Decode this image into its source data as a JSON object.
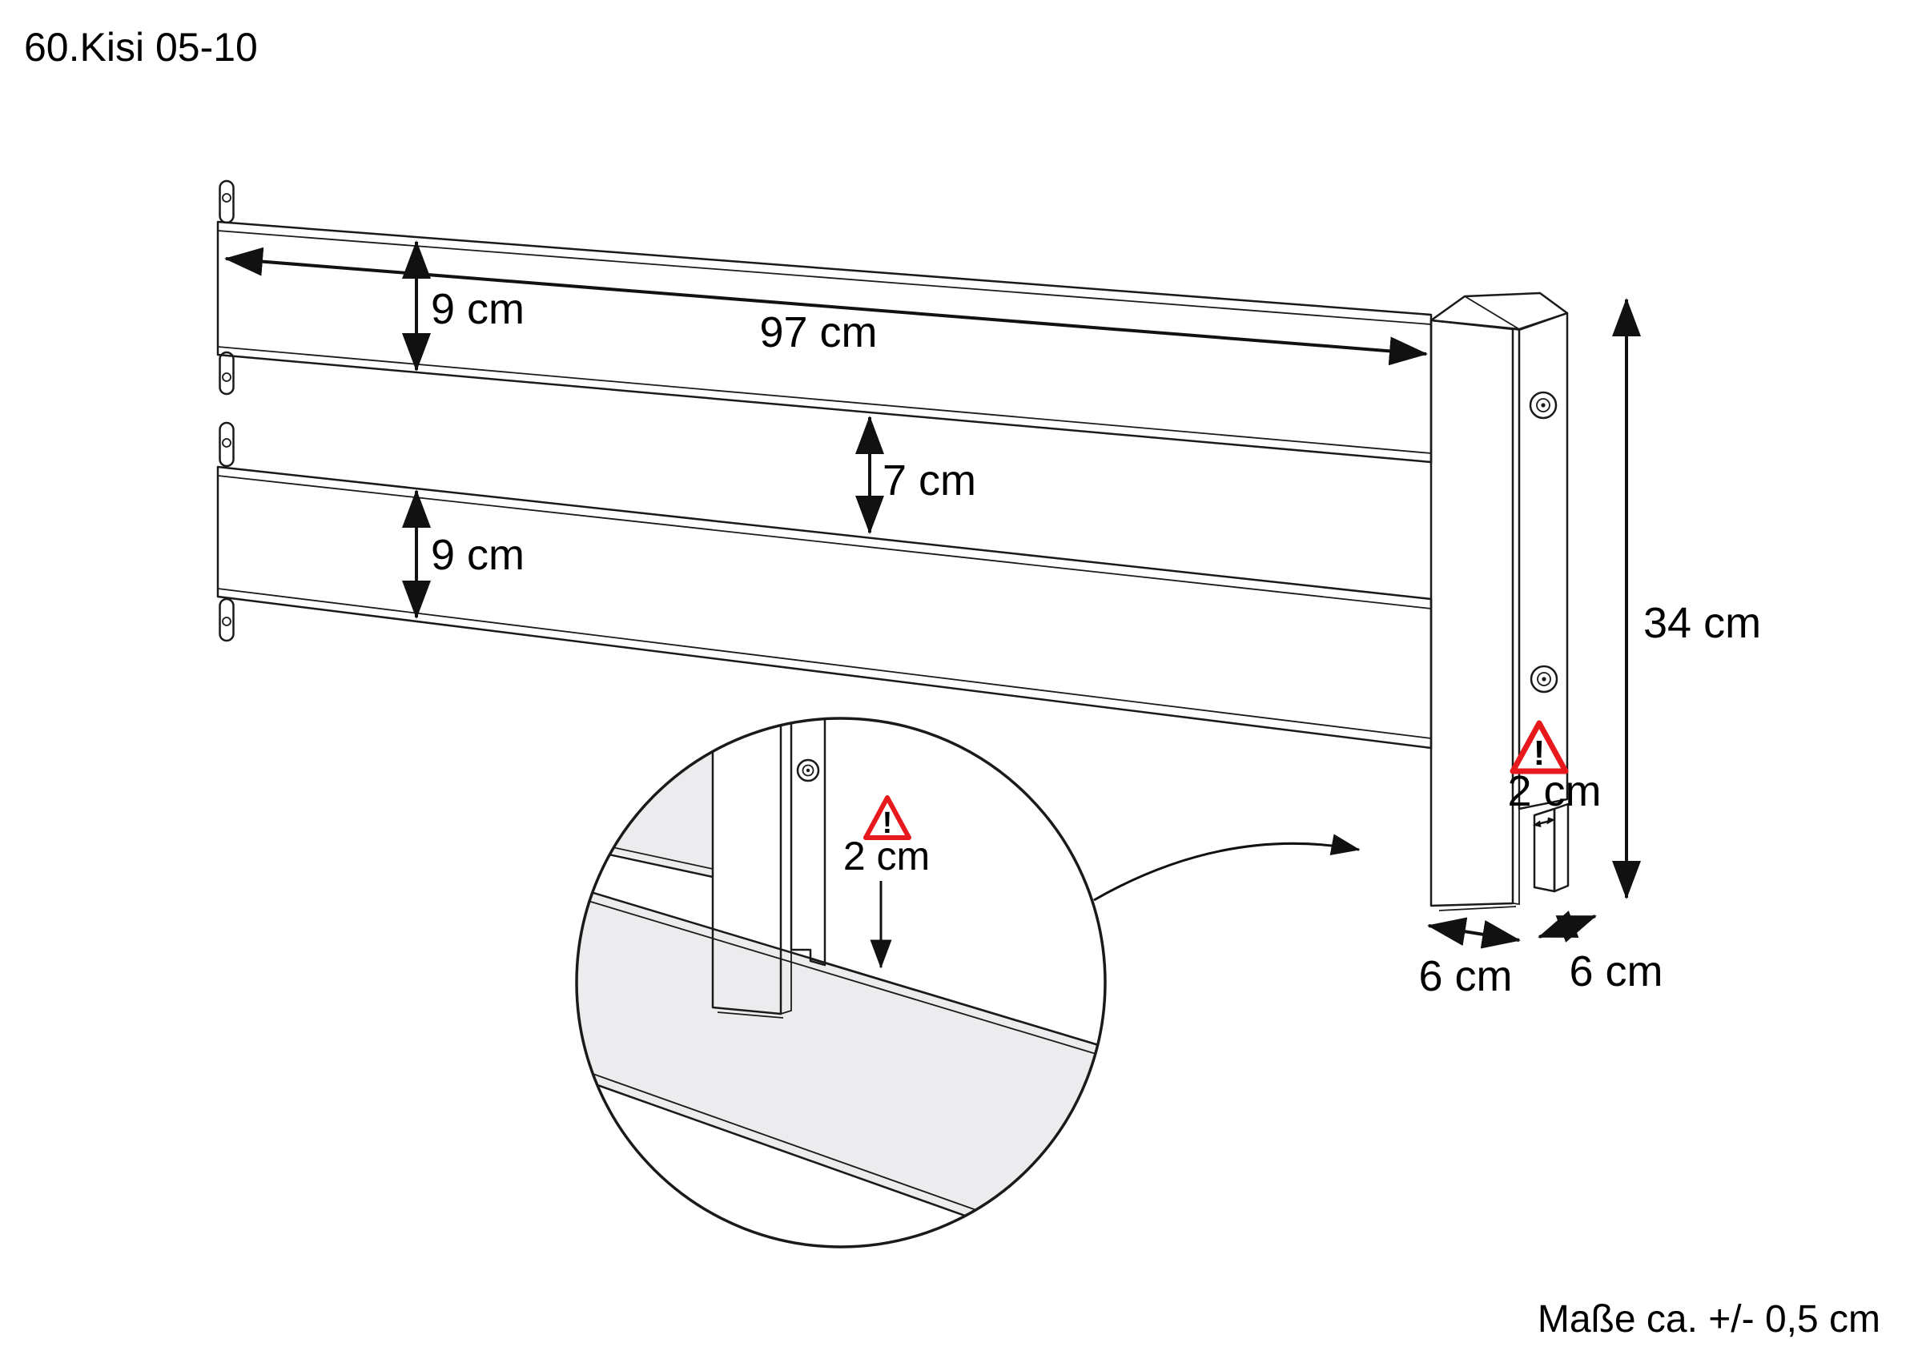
{
  "title": "60.Kisi 05-10",
  "footer": {
    "tolerance_note": "Maße ca. +/- 0,5 cm"
  },
  "labels": {
    "rail_length": "97 cm",
    "top_board_height": "9 cm",
    "bottom_board_height": "9 cm",
    "board_gap": "7 cm",
    "post_height": "34 cm",
    "post_depth_front": "6 cm",
    "post_depth_side": "6 cm",
    "clearance_main": "2 cm",
    "clearance_detail": "2 cm",
    "warning_mark_main": "!",
    "warning_mark_detail": "!"
  },
  "colors": {
    "line": "#1a1a1a",
    "text": "#000000",
    "warning_red": "#e8191c",
    "rail_fill": "#ececee",
    "rail_top_highlight": "#fafafa",
    "post_front": "#f2f2f3",
    "post_side": "#eaebec",
    "background": "#ffffff"
  }
}
